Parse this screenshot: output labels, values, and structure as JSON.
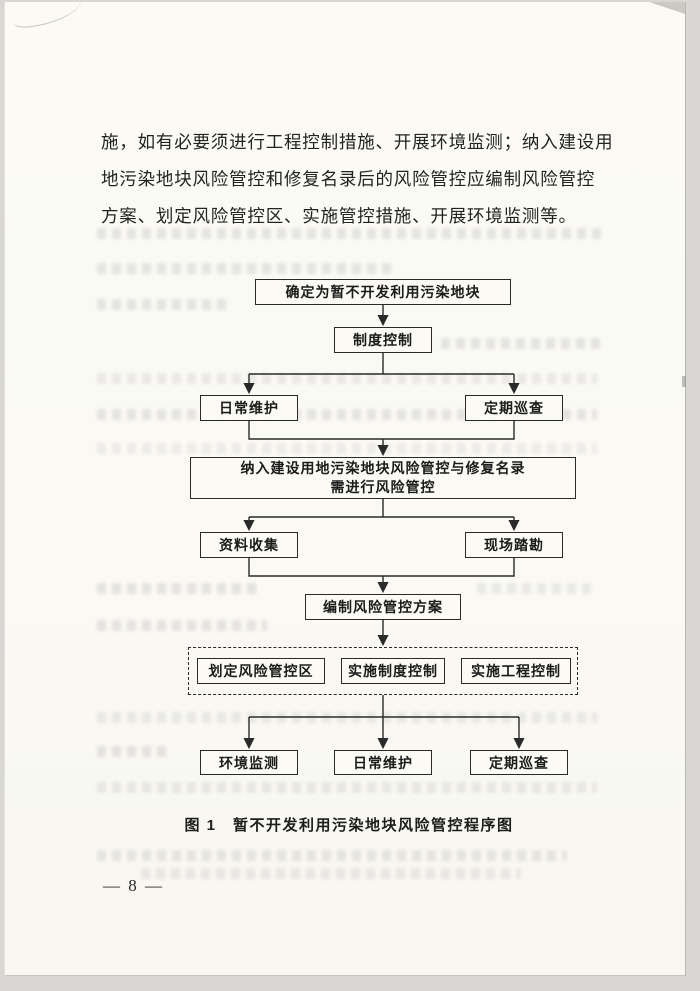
{
  "page": {
    "paragraph_lines": [
      "施，如有必要须进行工程控制措施、开展环境监测；纳入建设用",
      "地污染地块风险管控和修复名录后的风险管控应编制风险管控",
      "方案、划定风险管控区、实施管控措施、开展环境监测等。"
    ],
    "caption": "图 1　暂不开发利用污染地块风险管控程序图",
    "page_number": "— 8 —"
  },
  "flowchart": {
    "nodes": {
      "n1": "确定为暂不开发利用污染地块",
      "n2": "制度控制",
      "n3a": "日常维护",
      "n3b": "定期巡查",
      "n4_line1": "纳入建设用地污染地块风险管控与修复名录",
      "n4_line2": "需进行风险管控",
      "n5a": "资料收集",
      "n5b": "现场踏勘",
      "n6": "编制风险管控方案",
      "n7a": "划定风险管控区",
      "n7b": "实施制度控制",
      "n7c": "实施工程控制",
      "n8a": "环境监测",
      "n8b": "日常维护",
      "n8c": "定期巡查"
    }
  }
}
